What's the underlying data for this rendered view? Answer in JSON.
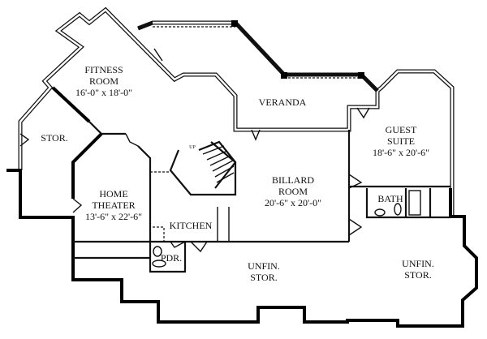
{
  "rooms": {
    "fitness": {
      "name_line1": "FITNESS",
      "name_line2": "ROOM",
      "size": "16'-0\" x 18'-0\""
    },
    "storage": {
      "name": "STOR."
    },
    "veranda": {
      "name": "VERANDA"
    },
    "guest_suite": {
      "name_line1": "GUEST",
      "name_line2": "SUITE",
      "size": "18'-6\" x 20'-6\""
    },
    "home_theater": {
      "name_line1": "HOME",
      "name_line2": "THEATER",
      "size": "13'-6\" x 22'-6\""
    },
    "billard": {
      "name_line1": "BILLARD",
      "name_line2": "ROOM",
      "size": "20'-6\" x 20'-0\""
    },
    "kitchen": {
      "name": "KITCHEN"
    },
    "bath": {
      "name": "BATH"
    },
    "powder": {
      "name": "PDR."
    },
    "unfin_stor_1": {
      "name_line1": "UNFIN.",
      "name_line2": "STOR."
    },
    "unfin_stor_2": {
      "name_line1": "UNFIN.",
      "name_line2": "STOR."
    }
  },
  "stairs": {
    "label": "UP"
  }
}
